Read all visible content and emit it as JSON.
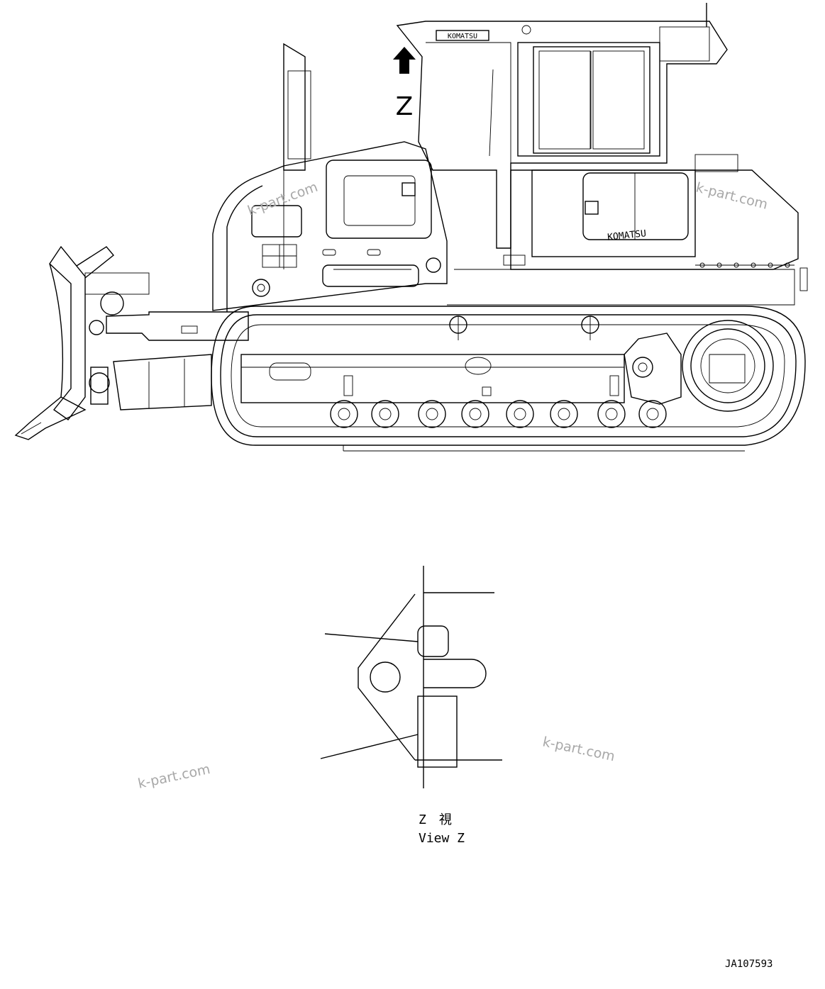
{
  "view_arrow": {
    "letter": "Z"
  },
  "brand": {
    "label": "KOMATSU"
  },
  "view": {
    "line1": "Z　視",
    "line2": "View Z"
  },
  "drawing": {
    "code": "JA107593"
  },
  "watermarks": [
    "k-part.com",
    "k-part.com",
    "k-part.com",
    "k-part.com"
  ]
}
